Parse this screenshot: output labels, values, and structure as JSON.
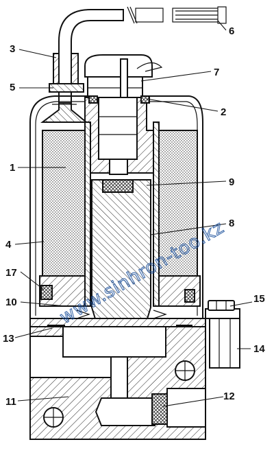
{
  "callouts": [
    {
      "id": "1",
      "text": "1"
    },
    {
      "id": "2",
      "text": "2"
    },
    {
      "id": "3",
      "text": "3"
    },
    {
      "id": "4",
      "text": "4"
    },
    {
      "id": "5",
      "text": "5"
    },
    {
      "id": "6",
      "text": "6"
    },
    {
      "id": "7",
      "text": "7"
    },
    {
      "id": "8",
      "text": "8"
    },
    {
      "id": "9",
      "text": "9"
    },
    {
      "id": "10",
      "text": "10"
    },
    {
      "id": "11",
      "text": "11"
    },
    {
      "id": "12",
      "text": "12"
    },
    {
      "id": "13",
      "text": "13"
    },
    {
      "id": "14",
      "text": "14"
    },
    {
      "id": "15",
      "text": "15"
    },
    {
      "id": "17",
      "text": "17"
    }
  ],
  "watermark": "www.sinhron-too.kz",
  "colors": {
    "line": "#111111",
    "watermark": "#1a4f9c",
    "background": "#ffffff"
  }
}
